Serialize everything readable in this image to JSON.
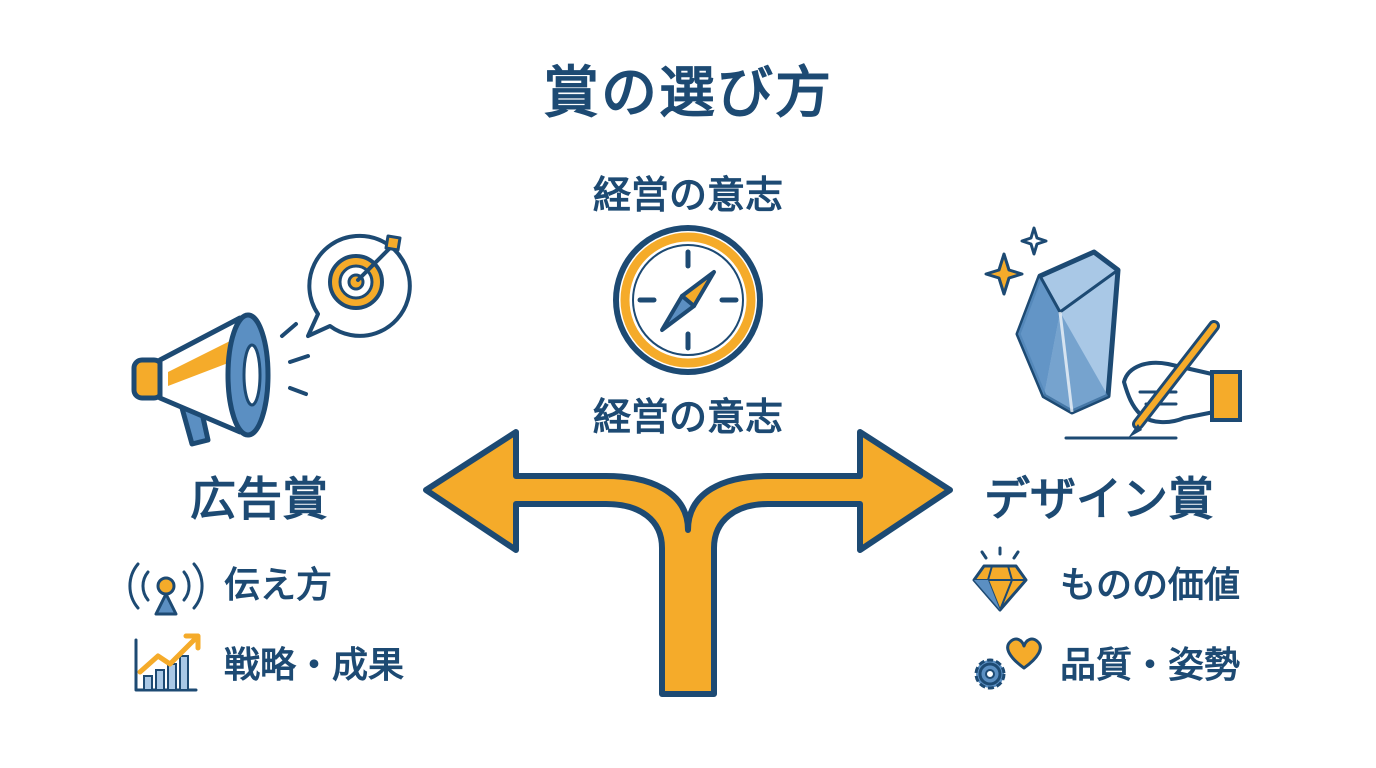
{
  "title": "賞の選び方",
  "center": {
    "top_label": "経営の意志",
    "bottom_label": "経営の意志"
  },
  "left": {
    "title": "広告賞",
    "items": [
      {
        "label": "伝え方",
        "icon": "broadcast-antenna-icon"
      },
      {
        "label": "戦略・成果",
        "icon": "growth-chart-icon"
      }
    ]
  },
  "right": {
    "title": "デザイン賞",
    "items": [
      {
        "label": "ものの価値",
        "icon": "diamond-icon"
      },
      {
        "label": "品質・姿勢",
        "icon": "gear-heart-icon"
      }
    ]
  },
  "colors": {
    "navy": "#1d4a73",
    "orange": "#f5ab2a",
    "blue": "#5b8fc2",
    "light_blue": "#a9c8e6"
  }
}
